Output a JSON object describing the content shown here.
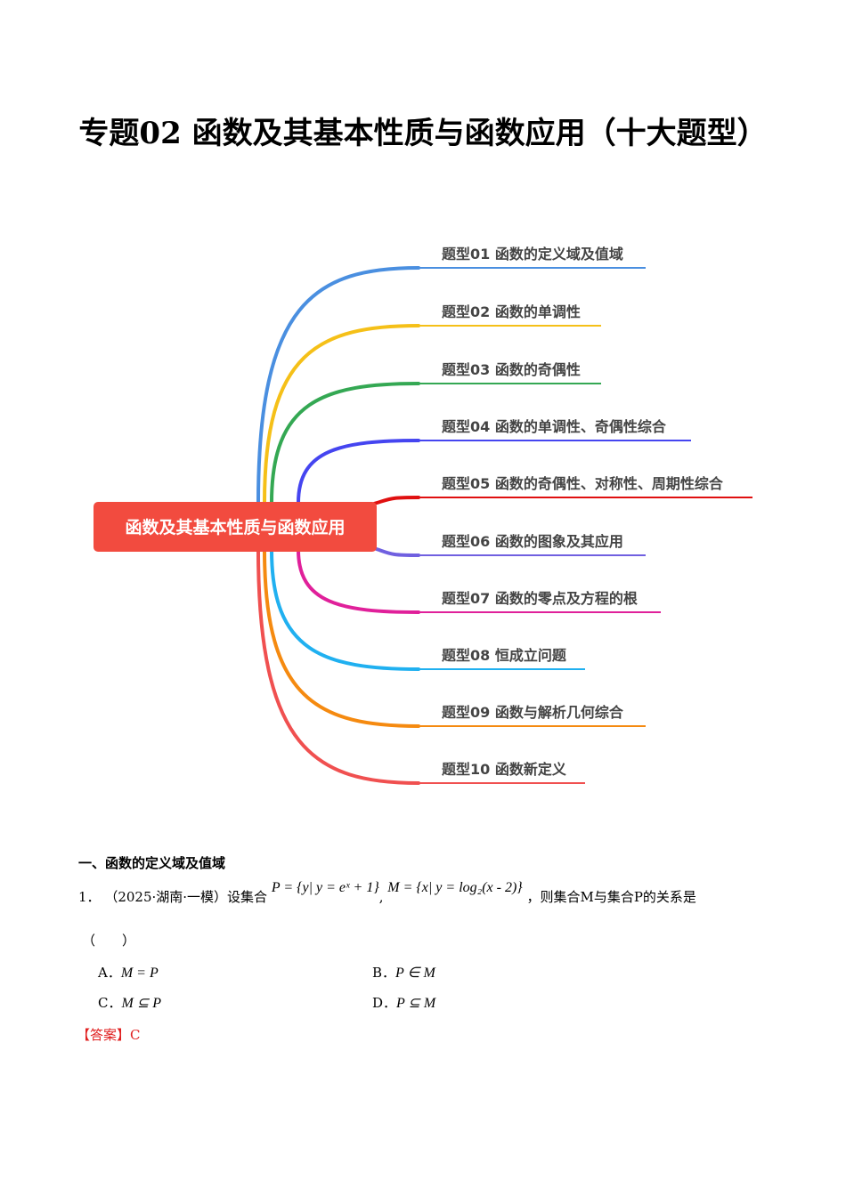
{
  "title": "专题02 函数及其基本性质与函数应用（十大题型）",
  "mindmap": {
    "root": "函数及其基本性质与函数应用",
    "root_color": "#f24b3f",
    "branches": [
      {
        "label": "题型01 函数的定义域及值域",
        "color": "#4a8fe0"
      },
      {
        "label": "题型02 函数的单调性",
        "color": "#f5c018"
      },
      {
        "label": "题型03 函数的奇偶性",
        "color": "#34a853"
      },
      {
        "label": "题型04 函数的单调性、奇偶性综合",
        "color": "#4545f0"
      },
      {
        "label": "题型05 函数的奇偶性、对称性、周期性综合",
        "color": "#e01010"
      },
      {
        "label": "题型06 函数的图象及其应用",
        "color": "#7060e0"
      },
      {
        "label": "题型07 函数的零点及方程的根",
        "color": "#e0209a"
      },
      {
        "label": "题型08 恒成立问题",
        "color": "#20b0f0"
      },
      {
        "label": "题型09 函数与解析几何综合",
        "color": "#f58a10"
      },
      {
        "label": "题型10 函数新定义",
        "color": "#f05050"
      }
    ]
  },
  "section": {
    "heading": "一、函数的定义域及值域"
  },
  "question": {
    "number": "1．",
    "source": "（2025·湖南·一模）设集合",
    "formula_p": "P = {y| y = eˣ + 1}",
    "formula_m": "M = {x| y = log₂(x - 2)}",
    "tail": "，则集合M与集合P的关系是",
    "paren": "（　　）",
    "options": [
      {
        "letter": "A．",
        "text": "M = P"
      },
      {
        "letter": "B．",
        "text": "P ∈ M"
      },
      {
        "letter": "C．",
        "text": "M ⊆ P"
      },
      {
        "letter": "D．",
        "text": "P ⊆ M"
      }
    ],
    "answer": "【答案】C"
  }
}
